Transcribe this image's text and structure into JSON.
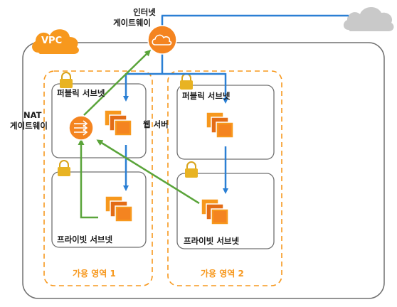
{
  "vpc_label": "VPC",
  "internet_gateway_label_line1": "인터넷",
  "internet_gateway_label_line2": "게이트웨이",
  "nat_gateway_label_line1": "NAT",
  "nat_gateway_label_line2": "게이트웨이",
  "web_server_label": "웹 서버",
  "az1": {
    "label": "가용 영역 1",
    "public_subnet_label": "퍼블릭 서브넷",
    "private_subnet_label": "프라이빗 서브넷"
  },
  "az2": {
    "label": "가용 영역 2",
    "public_subnet_label": "퍼블릭 서브넷",
    "private_subnet_label": "프라이빗 서브넷"
  },
  "colors": {
    "aws_orange": "#f7981d",
    "arrow_blue": "#2a7fd4",
    "arrow_green": "#5aa43a",
    "border_gray": "#707070",
    "cloud_gray": "#c9c9c9"
  }
}
